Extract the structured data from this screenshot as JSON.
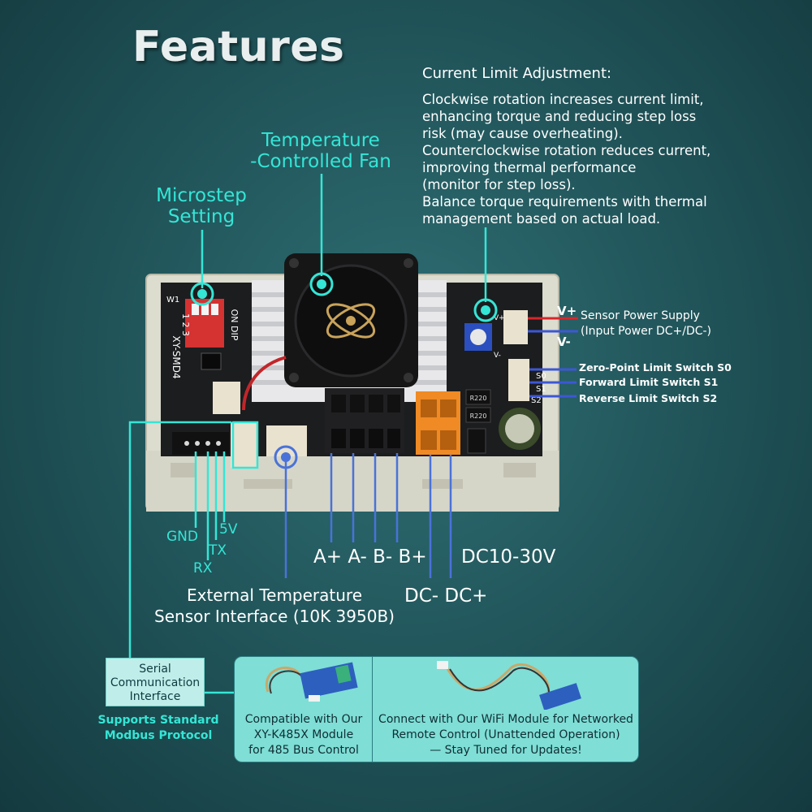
{
  "title": "Features",
  "labels": {
    "microstep": [
      "Microstep",
      "Setting"
    ],
    "fan": [
      "Temperature",
      "-Controlled Fan"
    ],
    "current_title": "Current Limit Adjustment:",
    "current_body": [
      "Clockwise rotation increases current limit,",
      "enhancing torque and reducing step loss",
      "risk (may cause overheating).",
      "Counterclockwise rotation reduces current,",
      "improving thermal performance",
      "(monitor for step loss).",
      "Balance torque requirements with thermal",
      "management based on actual load."
    ],
    "v_plus": "V+",
    "v_minus": "V-",
    "sensor_power": [
      "Sensor Power Supply",
      "(Input Power DC+/DC-)"
    ],
    "limit_s0": "Zero-Point Limit Switch S0",
    "limit_s1": "Forward Limit Switch S1",
    "limit_s2": "Reverse Limit Switch S2",
    "gnd": "GND",
    "rx": "RX",
    "tx": "TX",
    "v5": "5V",
    "motor": "A+ A- B- B+",
    "dc_in": "DC10-30V",
    "dc_pins": "DC- DC+",
    "ext_temp": [
      "External Temperature",
      "Sensor Interface (10K 3950B)"
    ],
    "serial": [
      "Serial",
      "Communication",
      "Interface"
    ],
    "modbus": [
      "Supports Standard",
      "Modbus Protocol"
    ],
    "module_485": [
      "Compatible with Our",
      "XY-K485X Module",
      "for 485 Bus Control"
    ],
    "module_wifi": [
      "Connect with Our WiFi Module for Networked",
      "Remote Control (Unattended Operation)",
      "— Stay Tuned for Updates!"
    ]
  },
  "board": {
    "silk_model": "XY-SMD4",
    "dip_on": "ON DIP",
    "dip_nums": "1 2 3",
    "w1": "W1",
    "res_code": "R220",
    "s0": "S0",
    "s1": "S1",
    "s2": "S2",
    "bv_plus": "V+",
    "bv_minus": "V-"
  },
  "colors": {
    "accent": "#34e6d6",
    "pointer_blue": "#4a72d8",
    "wire_red": "#d8262a",
    "wire_blue": "#3d57d6"
  }
}
